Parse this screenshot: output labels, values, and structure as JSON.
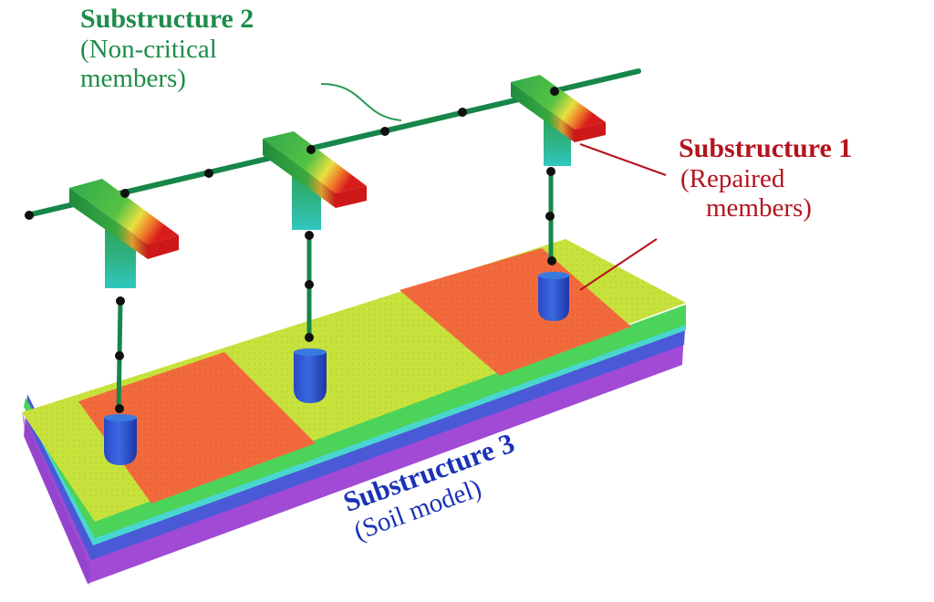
{
  "figure": {
    "type": "3D finite-element model of a bridge with substructures",
    "colors": {
      "deck_line": "#17864a",
      "node": "#111111",
      "substructure2_text": "#1e8c4a",
      "substructure1_text": "#b4141e",
      "substructure3_text": "#1a32b4",
      "soil_top_green_yellow": "#c8e23c",
      "soil_top_orange": "#f26a3c",
      "soil_layer_green": "#4cd35a",
      "soil_layer_cyan": "#4ad6d0",
      "soil_layer_blue": "#4a5ad6",
      "soil_layer_purple": "#a04ad6",
      "foundation_blue": "#2a4ad0",
      "pier_cap_green": "#3cb444",
      "pier_cap_red": "#e01e1e"
    }
  },
  "labels": {
    "substructure2": {
      "title": "Substructure 2",
      "subtitle_line1": "(Non-critical",
      "subtitle_line2": "members)"
    },
    "substructure1": {
      "title": "Substructure 1",
      "subtitle_line1": "(Repaired",
      "subtitle_line2": "members)"
    },
    "substructure3": {
      "title": "Substructure 3",
      "subtitle_line1": "(Soil model)"
    }
  },
  "piers": [
    {
      "name": "pier-left",
      "foundation_zone": "orange"
    },
    {
      "name": "pier-middle",
      "foundation_zone": "green-yellow"
    },
    {
      "name": "pier-right",
      "foundation_zone": "orange"
    }
  ],
  "soil_top_zones": [
    "green-yellow",
    "orange",
    "green-yellow",
    "orange",
    "green-yellow"
  ],
  "soil_layers": [
    "green",
    "cyan",
    "blue",
    "purple"
  ]
}
